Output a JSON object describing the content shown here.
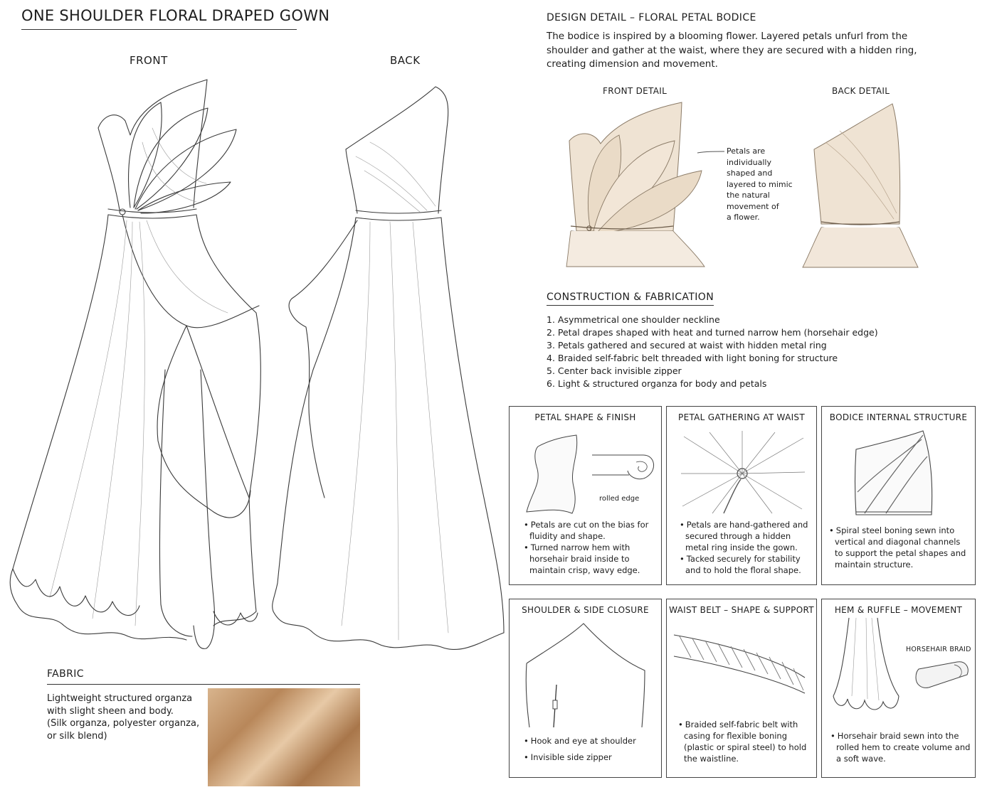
{
  "title": "ONE SHOULDER FLORAL DRAPED GOWN",
  "views": {
    "front": "FRONT",
    "back": "BACK"
  },
  "design_detail": {
    "heading": "DESIGN DETAIL – FLORAL PETAL BODICE",
    "text": "The bodice is inspired by a blooming flower. Layered petals unfurl from the shoulder and gather at the waist, where they are secured with a hidden ring, creating dimension and movement.",
    "front_label": "FRONT DETAIL",
    "back_label": "BACK DETAIL",
    "callout_lines": [
      "Petals are",
      "individually",
      "shaped and",
      "layered to mimic",
      "the natural",
      "movement of",
      "a flower."
    ]
  },
  "construction": {
    "heading": "CONSTRUCTION & FABRICATION",
    "items": [
      "1.  Asymmetrical one shoulder neckline",
      "2.  Petal drapes shaped with heat and turned narrow hem (horsehair edge)",
      "3.  Petals gathered and secured at waist with hidden metal ring",
      "4.  Braided self-fabric belt threaded with light boning for structure",
      "5.  Center back invisible zipper",
      "6.  Light & structured organza for body and petals"
    ]
  },
  "details": [
    {
      "title": "PETAL SHAPE & FINISH",
      "label": "rolled edge",
      "bullets": [
        "Petals are cut on the bias for fluidity and shape.",
        "Turned narrow hem with horsehair braid inside to maintain crisp, wavy edge."
      ]
    },
    {
      "title": "PETAL GATHERING AT WAIST",
      "bullets": [
        "Petals are hand-gathered and secured through a hidden metal ring inside the gown.",
        "Tacked securely for stability and to hold the floral shape."
      ]
    },
    {
      "title": "BODICE INTERNAL STRUCTURE",
      "bullets": [
        "Spiral steel boning sewn into vertical and diagonal channels to support the petal shapes and maintain structure."
      ]
    },
    {
      "title": "SHOULDER & SIDE CLOSURE",
      "bullets": [
        "Hook and eye at shoulder",
        "Invisible side zipper"
      ]
    },
    {
      "title": "WAIST BELT – SHAPE & SUPPORT",
      "bullets": [
        "Braided self-fabric belt with casing for flexible boning (plastic or spiral steel) to hold the waistline."
      ]
    },
    {
      "title": "HEM & RUFFLE – MOVEMENT",
      "label": "HORSEHAIR BRAID",
      "bullets": [
        "Horsehair braid sewn into the rolled hem to create volume and a soft wave."
      ]
    }
  ],
  "fabric": {
    "heading": "FABRIC",
    "lines": [
      "Lightweight structured organza",
      "with slight sheen and body.",
      "(Silk organza, polyester organza,",
      "or silk blend)"
    ]
  },
  "colors": {
    "ink": "#1d1d1d",
    "organza": "#c9a57f",
    "petal_tint": "#efe3d3"
  }
}
